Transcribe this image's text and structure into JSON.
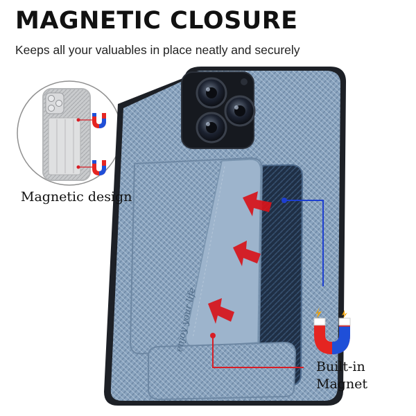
{
  "heading": {
    "title": "MAGNETIC CLOSURE",
    "subtitle": "Keeps all your valuables in place neatly and securely"
  },
  "inset": {
    "caption": "Magnetic design"
  },
  "card_pocket": {
    "text": "enjoy your life"
  },
  "callout": {
    "line1": "Built-in",
    "line2": "Magnet"
  },
  "colors": {
    "case_blue": "#8fa9c4",
    "case_dark": "#1d2026",
    "arrow_red": "#d8141a",
    "pointer_red": "#d81e26",
    "pointer_blue": "#1d3fd0",
    "magnet_red": "#e52521",
    "magnet_blue": "#1f4fd8"
  }
}
